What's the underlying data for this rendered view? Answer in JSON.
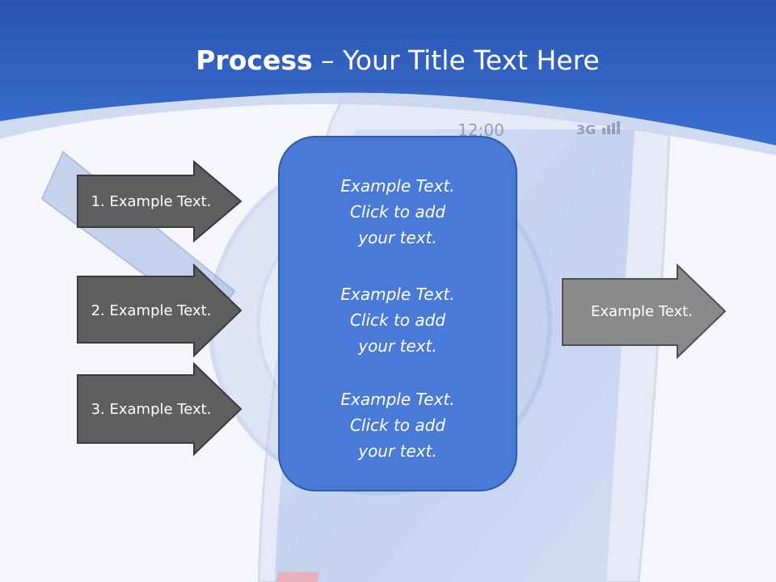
{
  "slide": {
    "title_bold": "Process",
    "title_sep": " – ",
    "title_rest": "Your Title Text Here"
  },
  "left_arrows": [
    {
      "label": "1. Example Text."
    },
    {
      "label": "2. Example Text."
    },
    {
      "label": "3. Example Text."
    }
  ],
  "center_box": {
    "blocks": [
      {
        "line1": "Example Text.",
        "line2": "Click  to add",
        "line3": "your text."
      },
      {
        "line1": "Example Text.",
        "line2": "Click  to add",
        "line3": "your text."
      },
      {
        "line1": "Example Text.",
        "line2": "Click  to add",
        "line3": "your text."
      }
    ]
  },
  "right_arrow": {
    "label": "Example Text."
  },
  "phone_status": {
    "time": "12:00",
    "network": "3G"
  },
  "colors": {
    "header_blue": "#2f62c4",
    "arrow_dark": "#5f5f5f",
    "arrow_light": "#8a8a8a",
    "box_blue": "#4a7ad8"
  }
}
